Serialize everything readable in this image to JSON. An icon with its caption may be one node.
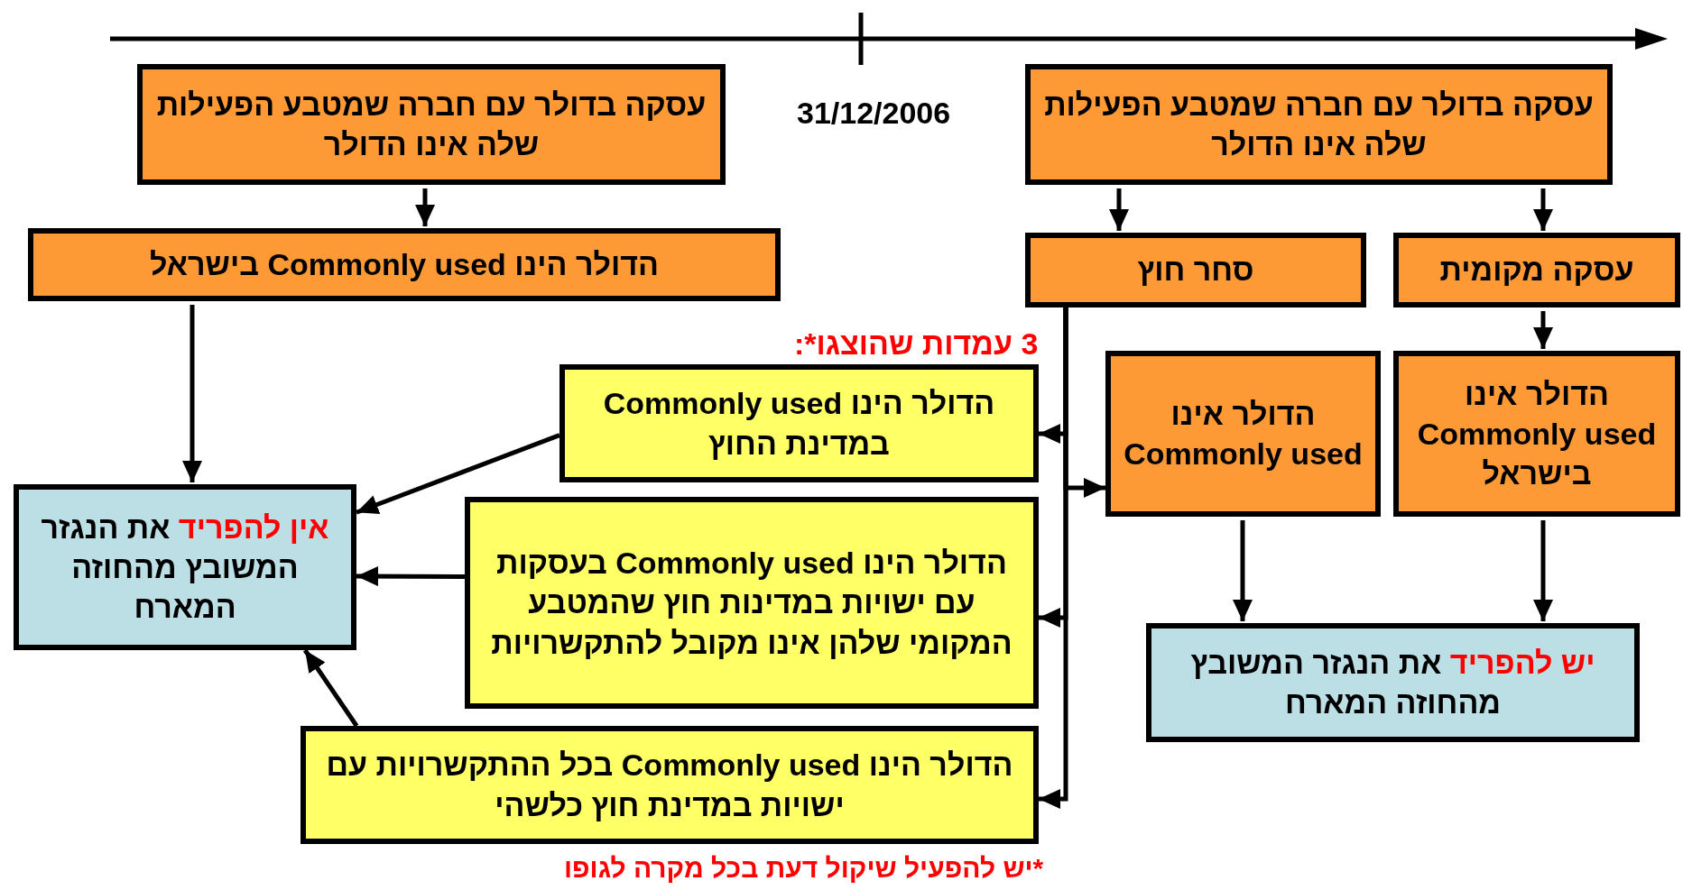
{
  "diagram": {
    "nodes": [
      {
        "text": [
          "עסקה בדולר עם חברה שמטבע הפעילות שלה אינו הדולר"
        ]
      },
      {
        "text": [
          "עסקה בדולר עם חברה שמטבע הפעילות שלה אינו הדולר"
        ]
      },
      {
        "text": [
          "הדולר הינו Commonly used בישראל"
        ]
      },
      {
        "text": [
          "סחר חוץ"
        ]
      },
      {
        "text": [
          "עסקה מקומית"
        ]
      },
      {
        "text": [
          "הדולר אינו Commonly used"
        ]
      },
      {
        "text": [
          "הדולר אינו Commonly used בישראל"
        ]
      },
      {
        "text": [
          "הדולר הינו Commonly used במדינת החוץ"
        ]
      },
      {
        "text": [
          "הדולר הינו Commonly used בעסקות עם ישויות במדינות חוץ שהמטבע המקומי שלהן אינו מקובל להתקשרויות"
        ]
      },
      {
        "text": [
          "הדולר הינו Commonly used בכל ההתקשרויות עם ישויות במדינת חוץ כלשהי"
        ]
      },
      {
        "text": [
          "אין להפריד",
          "את הנגזר המשובץ מהחוזה המארח"
        ]
      },
      {
        "text": [
          "יש להפריד",
          "את הנגזר המשובץ מהחוזה המארח"
        ]
      }
    ],
    "edges": [
      {
        "from": 0,
        "to": 2,
        "arrow": "to"
      },
      {
        "from": 1,
        "to": 3,
        "arrow": "to"
      },
      {
        "from": 1,
        "to": 4,
        "arrow": "to"
      },
      {
        "from": 4,
        "to": 6,
        "arrow": "to"
      },
      {
        "from": 2,
        "to": 10,
        "arrow": "to"
      },
      {
        "from": 3,
        "to": 7,
        "arrow": "to"
      },
      {
        "from": 3,
        "to": 5,
        "arrow": "to"
      },
      {
        "from": 3,
        "to": 8,
        "arrow": "to"
      },
      {
        "from": 3,
        "to": 9,
        "arrow": "to"
      },
      {
        "from": 7,
        "to": 10,
        "arrow": "to"
      },
      {
        "from": 8,
        "to": 10,
        "arrow": "to"
      },
      {
        "from": 9,
        "to": 10,
        "arrow": "to"
      },
      {
        "from": 5,
        "to": 11,
        "arrow": "to"
      },
      {
        "from": 6,
        "to": 11,
        "arrow": "to"
      }
    ],
    "labels": [
      "31/12/2006",
      "3 עמדות שהוצגו*:",
      "*יש להפעיל שיקול דעת בכל מקרה לגופו"
    ]
  }
}
